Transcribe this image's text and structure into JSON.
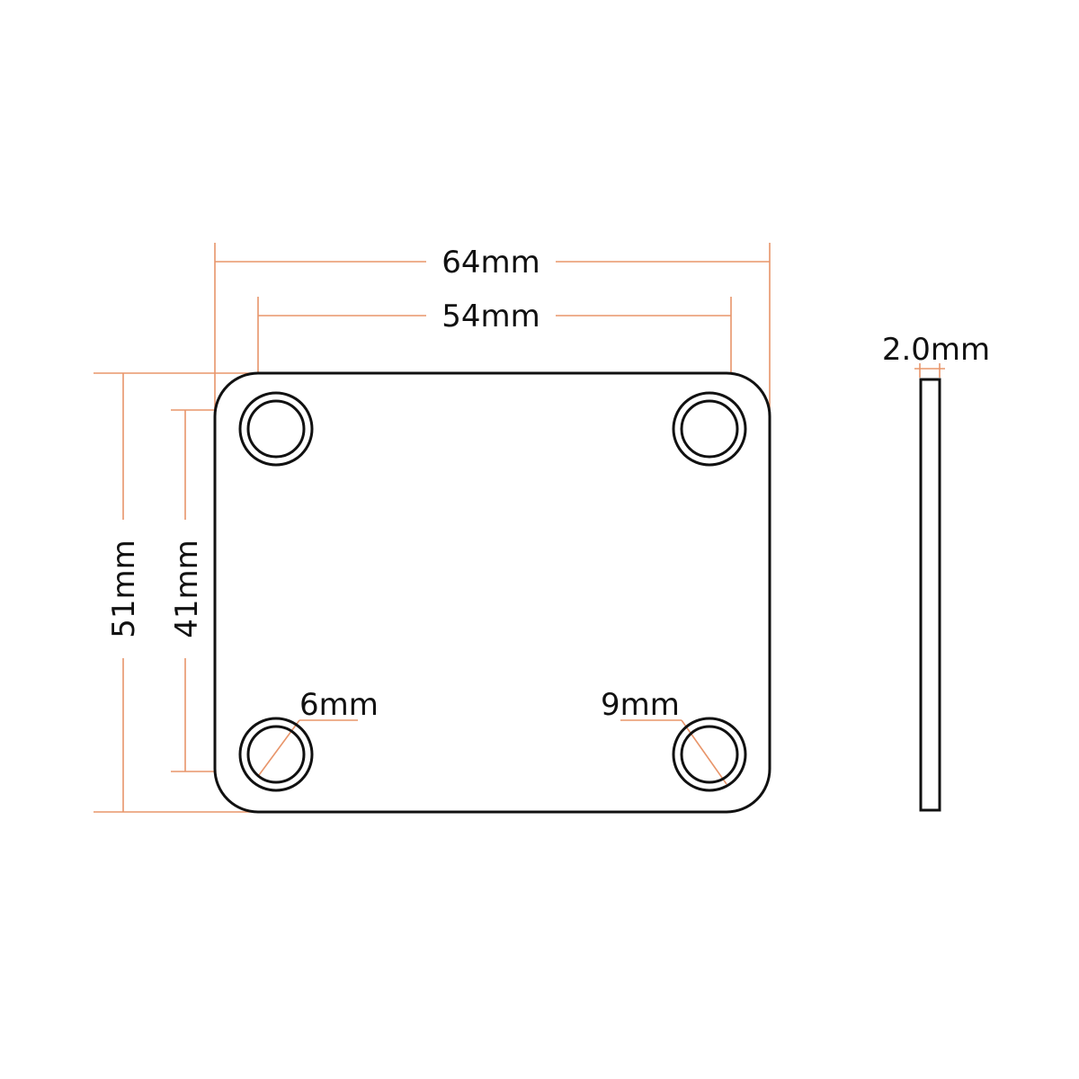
{
  "colors": {
    "outline": "#111111",
    "dimension": "#E8956A",
    "background": "#FFFFFF"
  },
  "labels": {
    "outer_width": "64mm",
    "hole_spacing_width": "54mm",
    "outer_height": "51mm",
    "hole_spacing_height": "41mm",
    "inner_hole_diameter": "6mm",
    "outer_hole_diameter": "9mm",
    "thickness": "2.0mm"
  }
}
